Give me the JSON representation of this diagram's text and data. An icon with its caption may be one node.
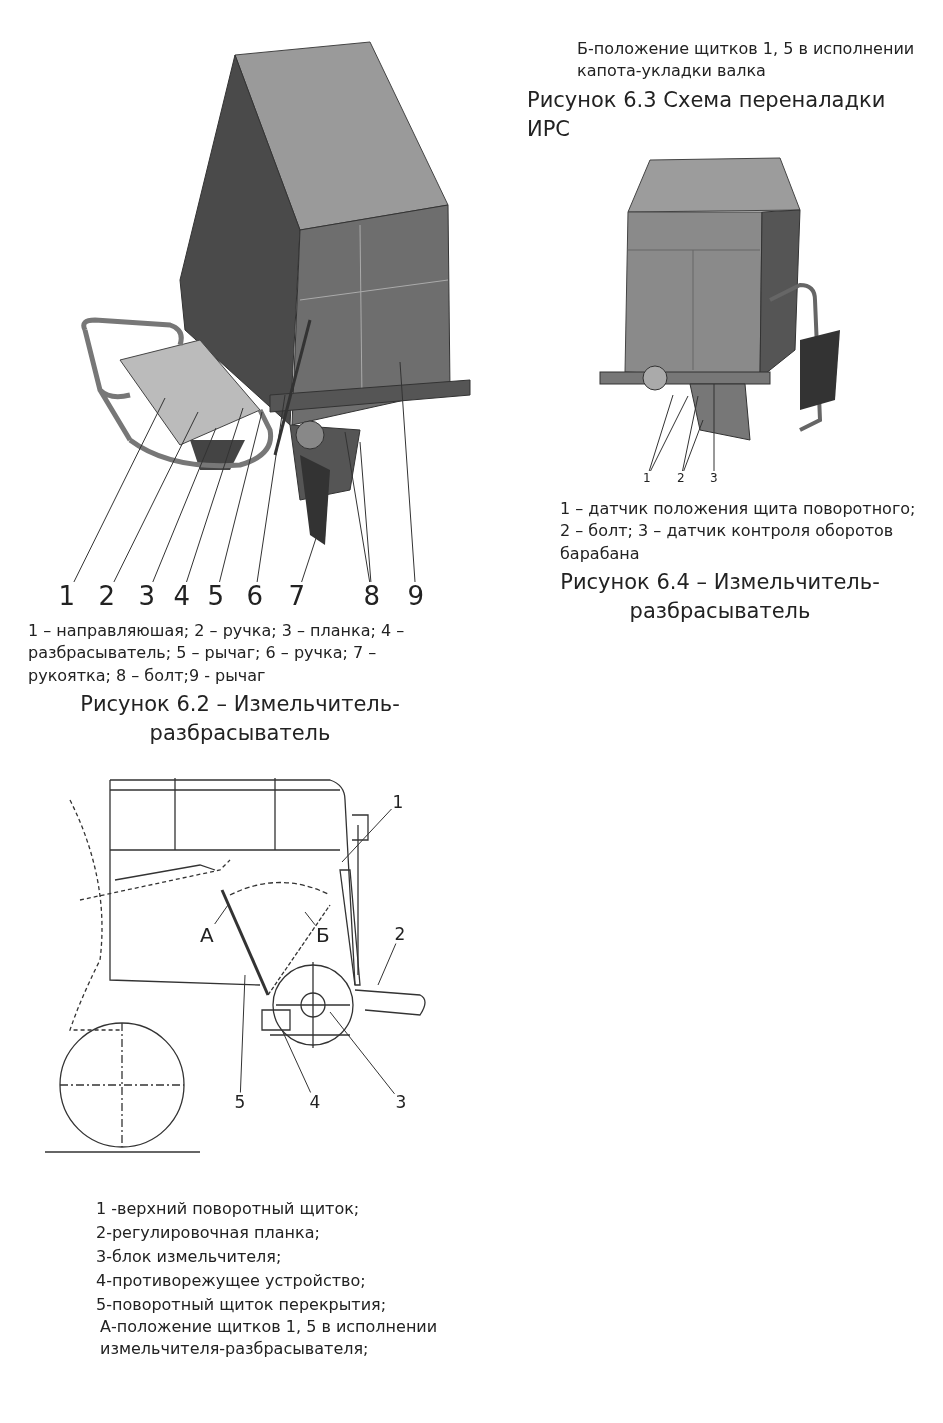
{
  "diagram": {
    "nodes": [
      {
        "text": [
          "1"
        ]
      },
      {
        "text": [
          "2"
        ]
      },
      {
        "text": [
          "3"
        ]
      },
      {
        "text": [
          "4"
        ]
      },
      {
        "text": [
          "5"
        ]
      },
      {
        "text": [
          "6"
        ]
      },
      {
        "text": [
          "7"
        ]
      },
      {
        "text": [
          "8"
        ]
      },
      {
        "text": [
          "9"
        ]
      },
      {
        "text": [
          "1"
        ]
      },
      {
        "text": [
          "2"
        ]
      },
      {
        "text": [
          "3"
        ]
      },
      {
        "text": [
          "1"
        ]
      },
      {
        "text": [
          "А"
        ]
      },
      {
        "text": [
          "Б"
        ]
      },
      {
        "text": [
          "2"
        ]
      },
      {
        "text": [
          "5"
        ]
      },
      {
        "text": [
          "4"
        ]
      },
      {
        "text": [
          "3"
        ]
      }
    ],
    "edges": [
      {
        "from": 0,
        "to": null,
        "arrow": "none"
      },
      {
        "from": 1,
        "to": null,
        "arrow": "none"
      },
      {
        "from": 2,
        "to": null,
        "arrow": "none"
      },
      {
        "from": 3,
        "to": null,
        "arrow": "none"
      },
      {
        "from": 4,
        "to": null,
        "arrow": "none"
      },
      {
        "from": 5,
        "to": null,
        "arrow": "none"
      },
      {
        "from": 6,
        "to": null,
        "arrow": "none"
      },
      {
        "from": 7,
        "to": null,
        "arrow": "none"
      },
      {
        "from": 7,
        "to": null,
        "arrow": "none"
      },
      {
        "from": 8,
        "to": null,
        "arrow": "none"
      },
      {
        "from": 9,
        "to": null,
        "arrow": "none"
      },
      {
        "from": 9,
        "to": null,
        "arrow": "none"
      },
      {
        "from": 10,
        "to": null,
        "arrow": "none"
      },
      {
        "from": 10,
        "to": null,
        "arrow": "none"
      },
      {
        "from": 11,
        "to": null,
        "arrow": "none"
      },
      {
        "from": 12,
        "to": null,
        "arrow": "none"
      },
      {
        "from": 13,
        "to": null,
        "arrow": "none"
      },
      {
        "from": 14,
        "to": null,
        "arrow": "none"
      },
      {
        "from": 15,
        "to": null,
        "arrow": "none"
      },
      {
        "from": 16,
        "to": null,
        "arrow": "none"
      },
      {
        "from": 17,
        "to": null,
        "arrow": "none"
      },
      {
        "from": 18,
        "to": null,
        "arrow": "none"
      }
    ],
    "labels": [
      "Б-положение щитков 1, 5 в исполнении капота-укладки валка",
      "Рисунок 6.3 Схема переналадки ИРС",
      "1 – датчик положения щита поворотного; 2 – болт; 3 – датчик контроля оборотов барабана",
      "Рисунок 6.4 – Измельчитель-разбрасыватель",
      "1 – направляюшая; 2 – ручка; 3 – планка; 4 – разбрасыватель; 5 – рычаг; 6 – ручка; 7 – рукоятка; 8 – болт;9 - рычаг",
      "Рисунок 6.2 – Измельчитель-разбрасыватель",
      "1 -верхний поворотный щиток;",
      "2-регулировочная планка;",
      "3-блок измельчителя;",
      "4-противорежущее устройство;",
      "5-поворотный щиток перекрытия;",
      "А-положение щитков 1, 5 в исполнении измельчителя-разбрасывателя;"
    ]
  }
}
